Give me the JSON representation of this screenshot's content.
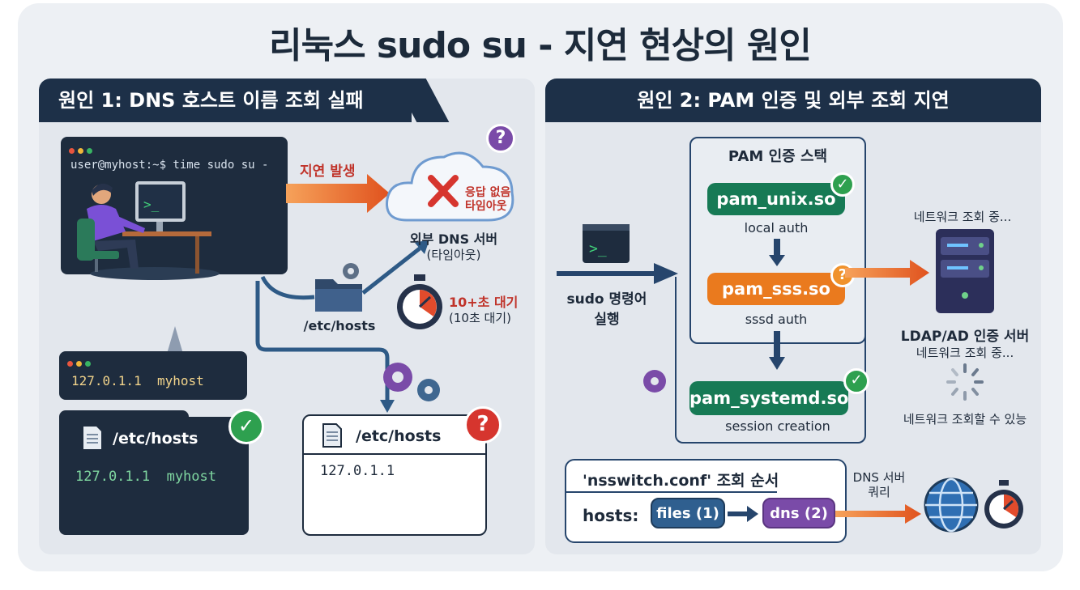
{
  "title": "리눅스 sudo su - 지연 현상의 원인",
  "left": {
    "heading": "원인 1: DNS 호스트 이름 조회 실패",
    "terminal_cmd": "user@myhost:~$ time sudo su -",
    "delay_label": "지연 발생",
    "cloud_text": "응답 없음\n타임아웃",
    "dns_server_label": "외부 DNS 서버",
    "dns_server_sub": "(타임아웃)",
    "hosts_file_label": "/etc/hosts",
    "timer_label": "10+초 대기",
    "timer_sub": "(10초 대기)",
    "small_term_line": "127.0.1.1  myhost",
    "good_file_title": "/etc/hosts",
    "good_file_line": "127.0.1.1  myhost",
    "bad_file_title": "/etc/hosts",
    "bad_file_line": "127.0.1.1",
    "question_mark": "?",
    "check_mark": "✓"
  },
  "right": {
    "heading": "원인 2: PAM 인증 및 외부 조회 지연",
    "sudo_label": "sudo 명령어\n실행",
    "pam_stack_title": "PAM 인증 스택",
    "modules": [
      {
        "name": "pam_unix.so",
        "sub": "local auth",
        "status": "✓"
      },
      {
        "name": "pam_sss.so",
        "sub": "sssd auth",
        "status": "?"
      },
      {
        "name": "pam_systemd.so",
        "sub": "session creation",
        "status": "✓"
      }
    ],
    "net_top": "네트워크 조회 중...",
    "server_label": "LDAP/AD 인증 서버",
    "server_sub": "네트워크 조회 중...",
    "net_possible": "네트워크 조회할 수 있능",
    "nsswitch_title": "'nsswitch.conf' 조회 순서",
    "hosts_label": "hosts:",
    "files_pill": "files (1)",
    "dns_pill": "dns (2)",
    "dns_query": "DNS 서버\n쿼리"
  },
  "colors": {
    "navy": "#1d3048",
    "green": "#177a55",
    "orange": "#ea7a1e",
    "red": "#d6352e",
    "purple": "#7a4ba8"
  }
}
